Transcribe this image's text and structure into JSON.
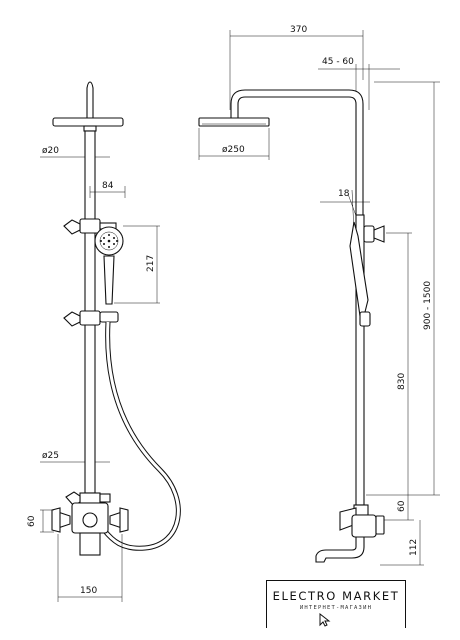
{
  "front_view": {
    "dims": {
      "head_pipe_diameter": "ø20",
      "hand_shower_offset": "84",
      "hand_shower_span": "217",
      "rail_diameter": "ø25",
      "valve_height": "60",
      "valve_width": "150"
    }
  },
  "side_view": {
    "dims": {
      "arm_length": "370",
      "arm_offset": "45 - 60",
      "head_diameter": "ø250",
      "angle_label": "18",
      "total_height": "900 - 1500",
      "holder_height": "830",
      "base_offset": "60",
      "spout_height": "112"
    }
  },
  "logo": {
    "name": "ELECTRO MARKET",
    "tagline": "ИНТЕРНЕТ-МАГАЗИН"
  }
}
